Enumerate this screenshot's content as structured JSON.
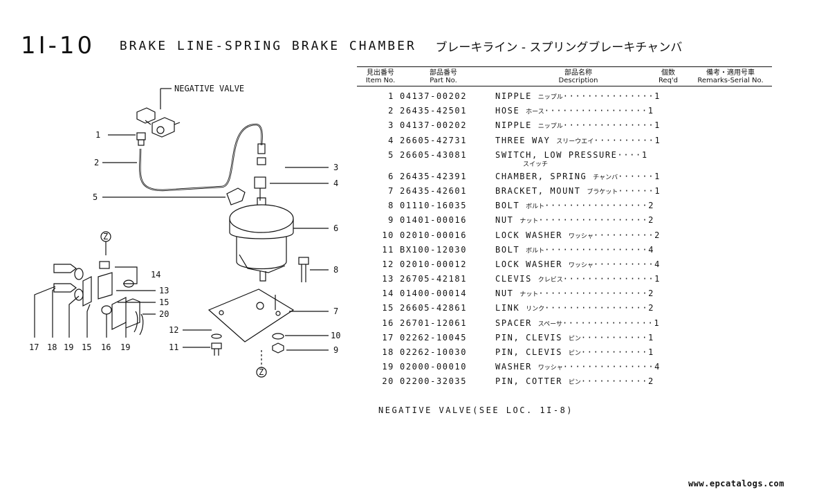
{
  "header": {
    "section": "1I-10",
    "title": "BRAKE LINE-SPRING BRAKE CHAMBER",
    "title_jp": "ブレーキライン - スプリングブレーキチャンバ"
  },
  "columns": {
    "item_jp": "見出番号",
    "item_en": "Item No.",
    "part_jp": "部品番号",
    "part_en": "Part No.",
    "desc_jp": "部品名称",
    "desc_en": "Description",
    "req_jp": "個数",
    "req_en": "Req'd",
    "rem_jp": "備考・適用号車",
    "rem_en": "Remarks-Serial No."
  },
  "parts": [
    {
      "item": "1",
      "part": "04137-00202",
      "desc": "NIPPLE",
      "desc_jp": "ニップル",
      "qty": "1"
    },
    {
      "item": "2",
      "part": "26435-42501",
      "desc": "HOSE",
      "desc_jp": "ホース",
      "qty": "1"
    },
    {
      "item": "3",
      "part": "04137-00202",
      "desc": "NIPPLE",
      "desc_jp": "ニップル",
      "qty": "1"
    },
    {
      "item": "4",
      "part": "26605-42731",
      "desc": "THREE WAY",
      "desc_jp": "スリーウエイ",
      "qty": "1"
    },
    {
      "item": "5",
      "part": "26605-43081",
      "desc": "SWITCH, LOW PRESSURE",
      "desc_jp": "",
      "desc_sub": "スイッチ",
      "qty": "1"
    },
    {
      "item": "6",
      "part": "26435-42391",
      "desc": "CHAMBER, SPRING",
      "desc_jp": "チャンバ",
      "qty": "1"
    },
    {
      "item": "7",
      "part": "26435-42601",
      "desc": "BRACKET, MOUNT",
      "desc_jp": "ブラケット",
      "qty": "1"
    },
    {
      "item": "8",
      "part": "01110-16035",
      "desc": "BOLT",
      "desc_jp": "ボルト",
      "qty": "2"
    },
    {
      "item": "9",
      "part": "01401-00016",
      "desc": "NUT",
      "desc_jp": "ナット",
      "qty": "2"
    },
    {
      "item": "10",
      "part": "02010-00016",
      "desc": "LOCK WASHER",
      "desc_jp": "ワッシャ",
      "qty": "2"
    },
    {
      "item": "11",
      "part": "BX100-12030",
      "desc": "BOLT",
      "desc_jp": "ボルト",
      "qty": "4"
    },
    {
      "item": "12",
      "part": "02010-00012",
      "desc": "LOCK WASHER",
      "desc_jp": "ワッシャ",
      "qty": "4"
    },
    {
      "item": "13",
      "part": "26705-42181",
      "desc": "CLEVIS",
      "desc_jp": "クレビス",
      "qty": "1"
    },
    {
      "item": "14",
      "part": "01400-00014",
      "desc": "NUT",
      "desc_jp": "ナット",
      "qty": "2"
    },
    {
      "item": "15",
      "part": "26605-42861",
      "desc": "LINK",
      "desc_jp": "リンク",
      "qty": "2"
    },
    {
      "item": "16",
      "part": "26701-12061",
      "desc": "SPACER",
      "desc_jp": "スペーサ",
      "qty": "1"
    },
    {
      "item": "17",
      "part": "02262-10045",
      "desc": "PIN, CLEVIS",
      "desc_jp": "ピン",
      "qty": "1"
    },
    {
      "item": "18",
      "part": "02262-10030",
      "desc": "PIN, CLEVIS",
      "desc_jp": "ピン",
      "qty": "1"
    },
    {
      "item": "19",
      "part": "02000-00010",
      "desc": "WASHER",
      "desc_jp": "ワッシャ",
      "qty": "4"
    },
    {
      "item": "20",
      "part": "02200-32035",
      "desc": "PIN, COTTER",
      "desc_jp": "ピン",
      "qty": "2"
    }
  ],
  "note": "NEGATIVE VALVE(SEE LOC. 1I-8)",
  "diagram": {
    "negative_valve_label": "NEGATIVE VALVE",
    "callouts": [
      "1",
      "2",
      "3",
      "4",
      "5",
      "6",
      "7",
      "8",
      "9",
      "10",
      "11",
      "12",
      "13",
      "14",
      "15",
      "16",
      "17",
      "18",
      "19",
      "20"
    ],
    "circle_mark": "Z"
  },
  "footer": "www.epcatalogs.com"
}
